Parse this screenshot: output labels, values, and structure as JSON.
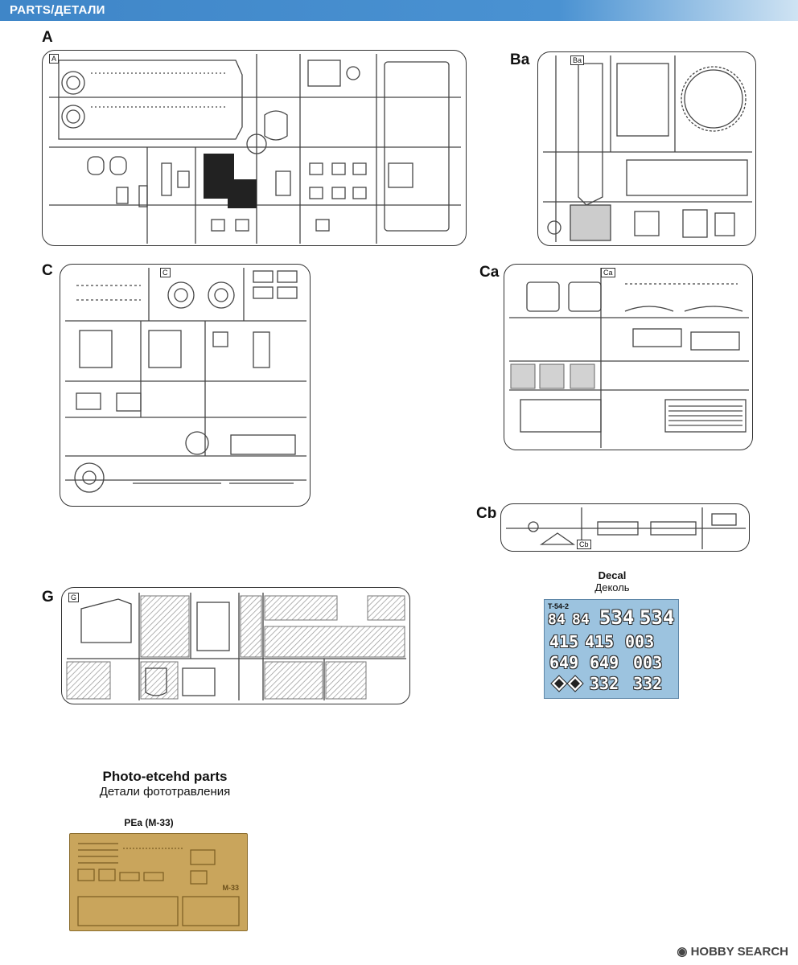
{
  "header": {
    "title": "PARTS/ДЕТАЛИ"
  },
  "sprues": {
    "a": {
      "label": "A",
      "tag": "A"
    },
    "ba": {
      "label": "Ba",
      "tag": "Ba"
    },
    "c": {
      "label": "C",
      "tag": "C"
    },
    "ca": {
      "label": "Ca",
      "tag": "Ca"
    },
    "cb": {
      "label": "Cb",
      "tag": "Cb"
    },
    "g": {
      "label": "G",
      "tag": "G"
    }
  },
  "decal": {
    "title_en": "Decal",
    "title_ru": "Деколь",
    "sheet_name": "T-54-2",
    "numbers": [
      "84",
      "84",
      "534",
      "534",
      "415",
      "415",
      "003",
      "649",
      "649",
      "003",
      "332",
      "332"
    ]
  },
  "photo_etched": {
    "title_en": "Photo-etcehd parts",
    "title_ru": "Детали фототравления",
    "fret_name": "PEa (M-33)",
    "fret_mark": "M-33"
  },
  "watermark": "HOBBY SEARCH"
}
